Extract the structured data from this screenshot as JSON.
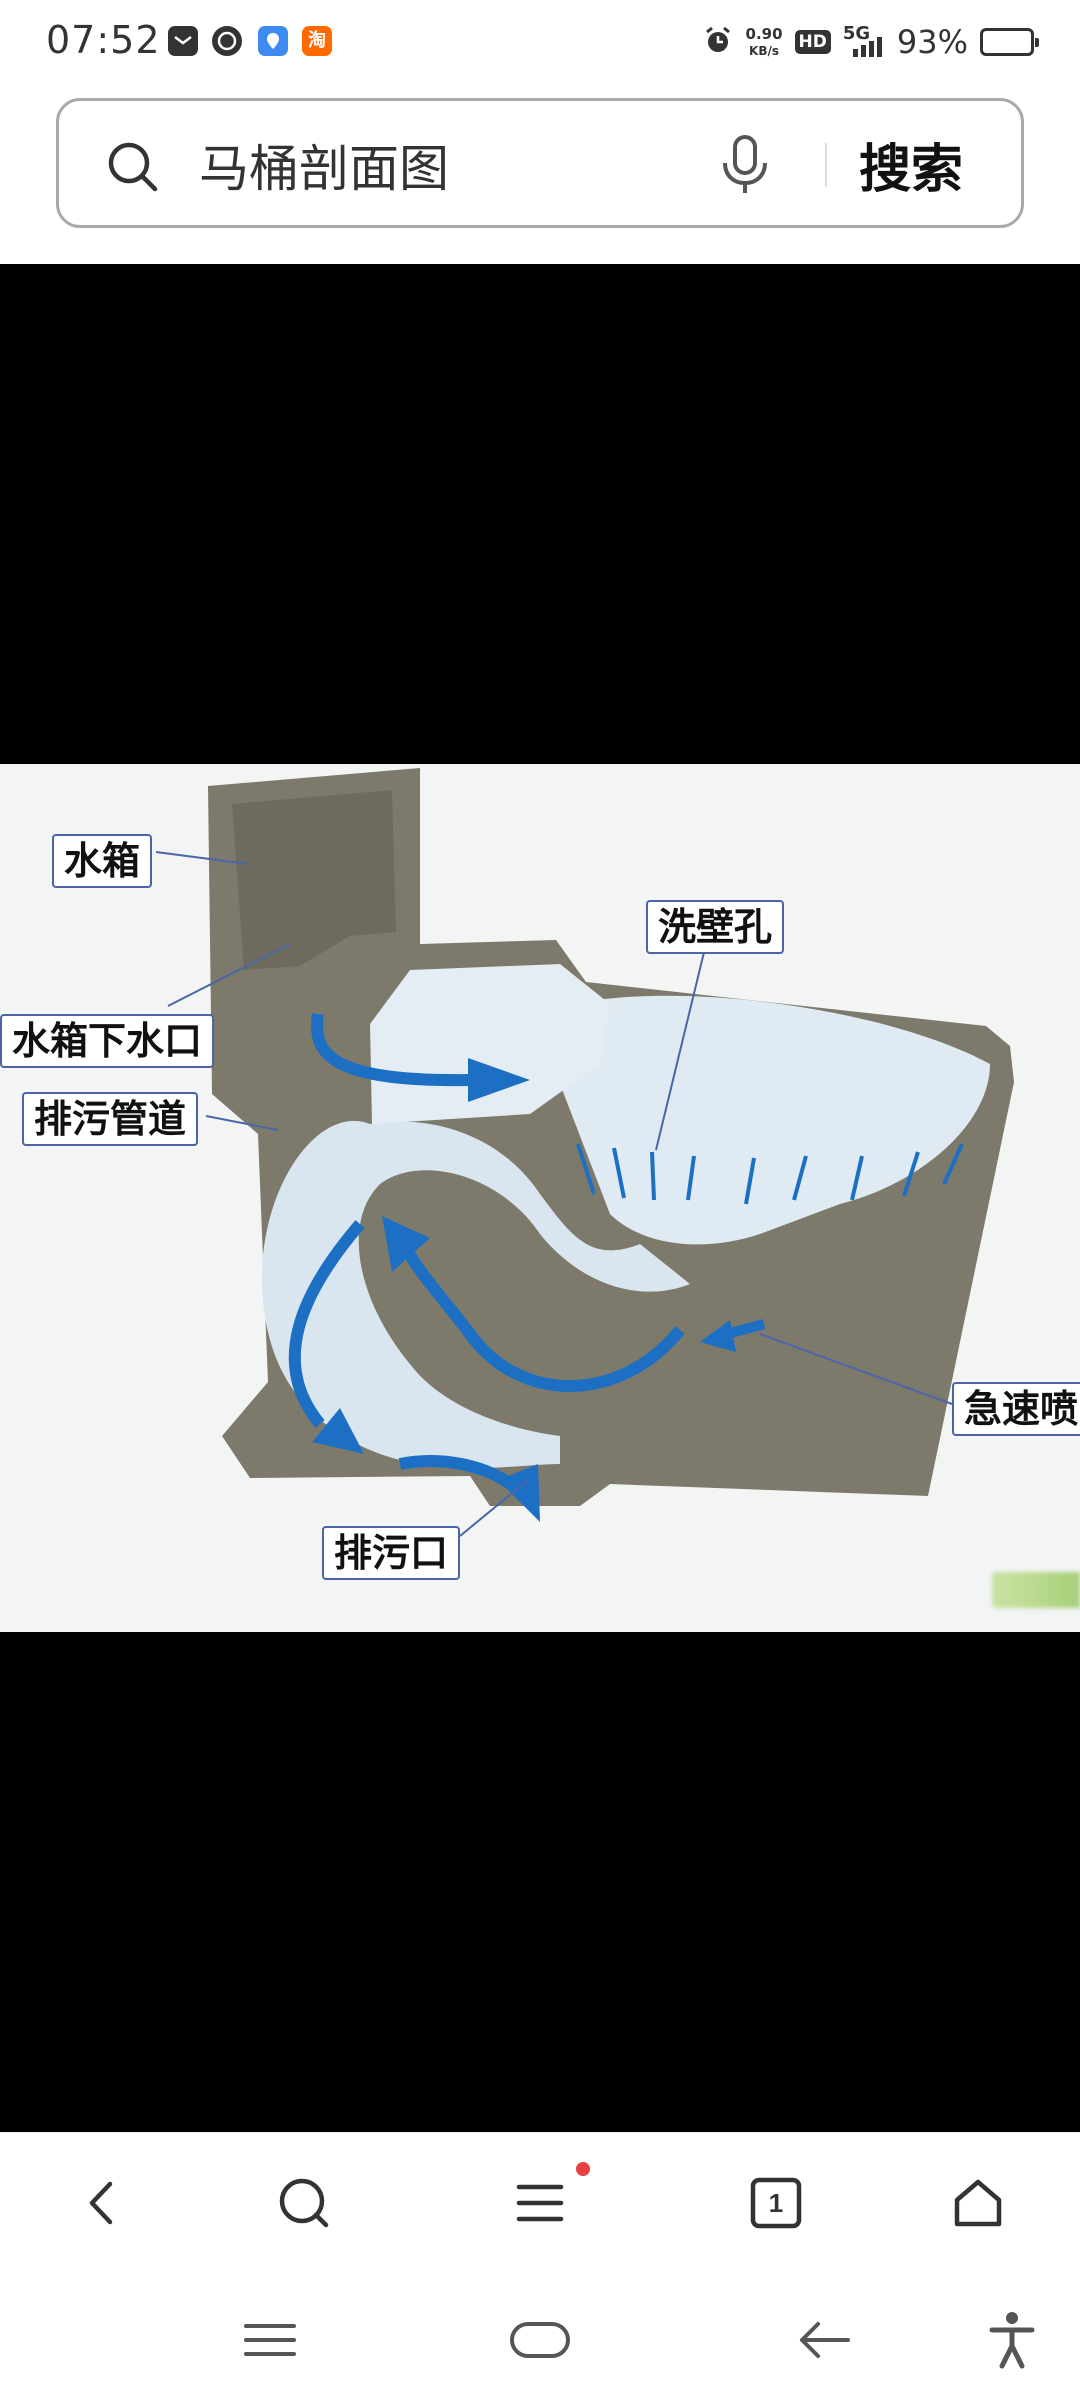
{
  "status_bar": {
    "time": "07:52",
    "net_speed_value": "0.90",
    "net_speed_unit": "KB/s",
    "hd_label": "HD",
    "network_type": "5G",
    "battery_percent": "93%",
    "battery_level": 0.93,
    "notification_icons": [
      "mail-icon",
      "hand-icon",
      "location-icon",
      "taobao-icon"
    ],
    "taobao_glyph": "淘"
  },
  "search": {
    "query": "马桶剖面图",
    "button_label": "搜索"
  },
  "image": {
    "labels": {
      "tank": "水箱",
      "tank_outlet": "水箱下水口",
      "rim_holes": "洗壁孔",
      "drain_pipe": "排污管道",
      "jet": "急速喷",
      "drain_outlet": "排污口"
    }
  },
  "colors": {
    "flow_arrow": "#1c6fc2",
    "label_border": "#4a66a8",
    "ceramic": "#7d7a6c",
    "porcelain_white": "#dfeaf2",
    "notification_dot": "#e84040"
  },
  "toolbar": {
    "tab_count": "1",
    "icons": [
      "back-icon",
      "search-icon",
      "menu-icon",
      "tabs-icon",
      "home-icon"
    ]
  },
  "system_nav": {
    "icons": [
      "recent-apps-icon",
      "home-pill-icon",
      "back-arrow-icon",
      "accessibility-icon"
    ]
  }
}
